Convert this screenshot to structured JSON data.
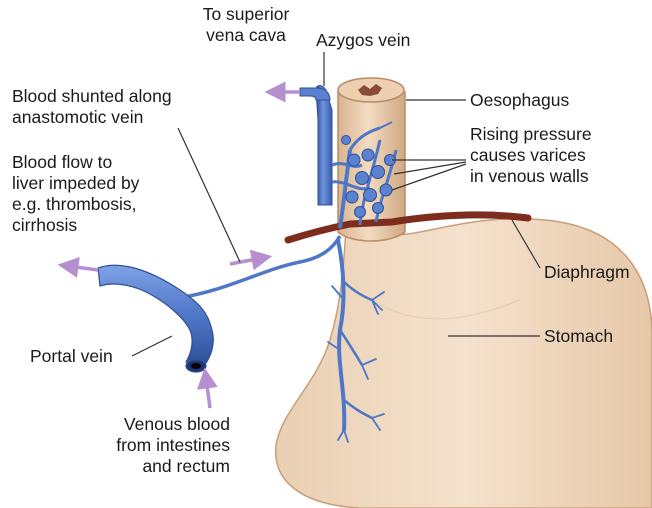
{
  "labels": {
    "to_superior_vena_cava": [
      "To superior",
      "vena cava"
    ],
    "azygos_vein": "Azygos vein",
    "blood_shunted": [
      "Blood shunted along",
      "anastomotic vein"
    ],
    "oesophagus": "Oesophagus",
    "rising_pressure": [
      "Rising pressure",
      "causes varices",
      "in venous walls"
    ],
    "blood_flow_impeded": [
      "Blood flow to",
      "liver impeded by",
      "e.g. thrombosis,",
      "cirrhosis"
    ],
    "diaphragm": "Diaphragm",
    "stomach": "Stomach",
    "portal_vein": "Portal vein",
    "venous_blood": [
      "Venous blood",
      "from intestines",
      "and rectum"
    ]
  },
  "colors": {
    "vein": "#4f77c8",
    "vein_dark": "#2f4f96",
    "vein_light": "#8fb0ea",
    "arrow": "#b78fd0",
    "tissue": "#f1dbc3",
    "tissue_dark": "#c99e7a",
    "diaphragm": "#7d2c1d",
    "leader": "#333333"
  }
}
